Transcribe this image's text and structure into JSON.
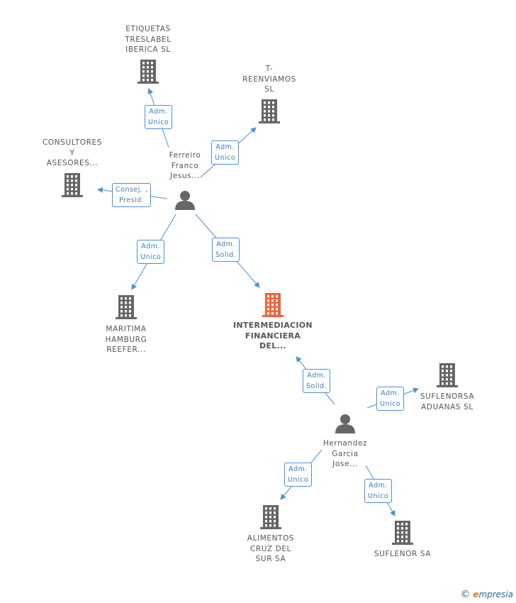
{
  "colors": {
    "edge": "#4a90d9",
    "building": "#666666",
    "building_main": "#f0633a",
    "person": "#666666"
  },
  "nodes": [
    {
      "id": "etiquetas",
      "kind": "company",
      "label": "ETIQUETAS\nTRESLABEL\nIBERICA  SL"
    },
    {
      "id": "treenviamos",
      "kind": "company",
      "label": "T-\nREENVIAMOS\nSL"
    },
    {
      "id": "consultores",
      "kind": "company",
      "label": "CONSULTORES\nY\nASESORES..."
    },
    {
      "id": "ferreiro",
      "kind": "person",
      "label": "Ferreiro\nFranco\nJesus..."
    },
    {
      "id": "maritima",
      "kind": "company",
      "label": "MARITIMA\nHAMBURG\nREEFER..."
    },
    {
      "id": "intermediacion",
      "kind": "company",
      "main": true,
      "label": "INTERMEDIACION\nFINANCIERA\nDEL..."
    },
    {
      "id": "suflenorsa",
      "kind": "company",
      "label": "SUFLENORSA\nADUANAS  SL"
    },
    {
      "id": "hernandez",
      "kind": "person",
      "label": "Hernandez\nGarcia\nJose..."
    },
    {
      "id": "alimentos",
      "kind": "company",
      "label": "ALIMENTOS\nCRUZ DEL\nSUR SA"
    },
    {
      "id": "suflenor",
      "kind": "company",
      "label": "SUFLENOR SA"
    }
  ],
  "edges": [
    {
      "from": "ferreiro",
      "to": "etiquetas",
      "label": "Adm.\nUnico"
    },
    {
      "from": "ferreiro",
      "to": "treenviamos",
      "label": "Adm.\nUnico"
    },
    {
      "from": "ferreiro",
      "to": "consultores",
      "label": "Consej. ,\nPresid."
    },
    {
      "from": "ferreiro",
      "to": "maritima",
      "label": "Adm.\nUnico"
    },
    {
      "from": "ferreiro",
      "to": "intermediacion",
      "label": "Adm.\nSolid."
    },
    {
      "from": "hernandez",
      "to": "intermediacion",
      "label": "Adm.\nSolid."
    },
    {
      "from": "hernandez",
      "to": "suflenorsa",
      "label": "Adm.\nUnico"
    },
    {
      "from": "hernandez",
      "to": "alimentos",
      "label": "Adm.\nUnico"
    },
    {
      "from": "hernandez",
      "to": "suflenor",
      "label": "Adm.\nUnico"
    }
  ],
  "footer": {
    "copyright": "©",
    "brand_initial": "e",
    "brand_rest": "mpresia"
  }
}
